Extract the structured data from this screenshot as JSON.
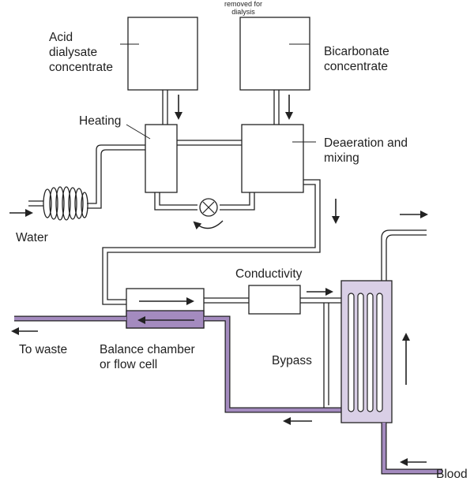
{
  "header": {
    "note": "removed for\ndialysis"
  },
  "labels": {
    "acid": "Acid\ndialysate\nconcentrate",
    "bicarbonate": "Bicarbonate\nconcentrate",
    "heating": "Heating",
    "deaeration": "Deaeration and\nmixing",
    "water": "Water",
    "conductivity": "Conductivity",
    "to_waste": "To waste",
    "balance": "Balance chamber\nor flow cell",
    "bypass": "Bypass",
    "blood": "Blood"
  },
  "colors": {
    "line": "#222222",
    "waste_fill": "#a48bbf",
    "dialyser_fill": "#d9cfe6",
    "balance_fill": "#a48bbf"
  },
  "icons": {
    "pump": "pump-icon",
    "rotation": "rotation-arrow-icon",
    "coil": "heating-coil-icon"
  }
}
